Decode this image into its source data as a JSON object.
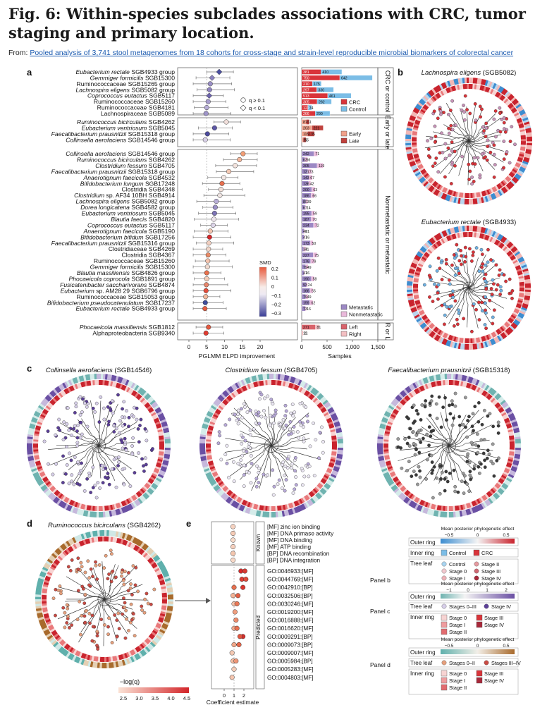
{
  "title": "Fig. 6: Within-species subclades associations with CRC, tumor staging and primary location.",
  "from_prefix": "From: ",
  "from_link": "Pooled analysis of 3,741 stool metagenomes from 18 cohorts for cross-stage and strain-level reproducible microbial biomarkers of colorectal cancer",
  "panel_a": {
    "label": "a",
    "xlabel": "PGLMM ELPD improvement",
    "xticks": [
      "0",
      "5",
      "10",
      "15",
      "20"
    ],
    "samples_label": "Samples",
    "samples_ticks": [
      "0",
      "500",
      "1,000",
      "1,500"
    ],
    "legend_q1": "q ≥ 0.1",
    "legend_q2": "q < 0.1",
    "smd_title": "SMD",
    "smd_ticks": [
      "0.2",
      "0.1",
      "0",
      "−0.1",
      "−0.2",
      "−0.3"
    ],
    "groups": [
      {
        "label": "CRC or control",
        "legend": [
          "CRC",
          "Control"
        ],
        "rows": [
          {
            "name": "Eubacterium rectale SGB4933 group",
            "it": "Eubacterium rectale",
            "rest": " SGB4933 group",
            "v": 8.5,
            "shape": "diamond",
            "c": "#4a4fa0",
            "s1": 381,
            "s2": 410
          },
          {
            "name": "Gemmiger formicilis SGB15300",
            "it": "Gemmiger formicilis",
            "rest": " SGB15300",
            "v": 6.5,
            "shape": "diamond",
            "c": "#8b83bf",
            "s1": 750,
            "s2": 642
          },
          {
            "name": "Ruminococcaceae SGB15265 group",
            "it": "",
            "rest": "Ruminococcaceae SGB15265 group",
            "v": 6.0,
            "shape": "circle",
            "c": "#9a8fc6",
            "s1": 210,
            "s2": 175
          },
          {
            "name": "Lachnospira eligens SGB5082 group",
            "it": "Lachnospira eligens",
            "rest": " SGB5082 group",
            "v": 5.8,
            "shape": "circle",
            "c": "#8f83c0",
            "s1": 297,
            "s2": 330
          },
          {
            "name": "Coprococcus eutactus SGB5117",
            "it": "Coprococcus eutactus",
            "rest": " SGB5117",
            "v": 5.7,
            "shape": "diamond",
            "c": "#6d64ad",
            "s1": 513,
            "s2": 461
          },
          {
            "name": "Ruminococcaceae SGB15260",
            "it": "",
            "rest": "Ruminococcaceae SGB15260",
            "v": 5.4,
            "shape": "circle",
            "c": "#a79dcd",
            "s1": 305,
            "s2": 282
          },
          {
            "name": "Ruminococcaceae SGB4181",
            "it": "",
            "rest": "Ruminococcaceae SGB4181",
            "v": 5.0,
            "shape": "circle",
            "c": "#b6acd6",
            "s1": 122,
            "s2": 74
          },
          {
            "name": "Lachnospiraceae SGB5089",
            "it": "",
            "rest": "Lachnospiraceae SGB5089",
            "v": 4.8,
            "shape": "circle",
            "c": "#9e94c8",
            "s1": 266,
            "s2": 290
          }
        ]
      },
      {
        "label": "Early or late",
        "legend": [
          "Early",
          "Late"
        ],
        "rows": [
          {
            "name": "Ruminococcus bicirculans SGB4262",
            "it": "Ruminococcus bicirculans",
            "rest": " SGB4262",
            "v": 10.5,
            "shape": "circle",
            "c": "#f2e0dc",
            "s1": 87,
            "s2": 61
          },
          {
            "name": "Eubacterium ventriosum SGB5045",
            "it": "Eubacterium ventriosum",
            "rest": " SGB5045",
            "v": 7.2,
            "shape": "circle",
            "c": "#5d57a6",
            "s1": 203,
            "s2": 221
          },
          {
            "name": "Faecalibacterium prausnitzii SGB15318 group",
            "it": "Faecalibacterium prausnitzii",
            "rest": " SGB15318 group",
            "v": 5.2,
            "shape": "circle",
            "c": "#4b4a9d",
            "s1": 115,
            "s2": 135
          },
          {
            "name": "Collinsella aerofaciens SGB14546 group",
            "it": "Collinsella aerofaciens",
            "rest": " SGB14546 group",
            "v": 4.6,
            "shape": "circle",
            "c": "#d8d0e6",
            "s1": 29,
            "s2": 55
          }
        ]
      },
      {
        "label": "Nonmetastatic or metastatic",
        "legend": [
          "Metastatic",
          "Nonmetastatic"
        ],
        "rows": [
          {
            "name": "Collinsella aerofaciens SGB14546 group",
            "it": "Collinsella aerofaciens",
            "rest": " SGB14546 group",
            "v": 15.2,
            "shape": "circle",
            "c": "#f29e76",
            "s1": 242,
            "s2": 71
          },
          {
            "name": "Ruminococcus bicirculans SGB4262",
            "it": "Ruminococcus bicirculans",
            "rest": " SGB4262",
            "v": 14.2,
            "shape": "circle",
            "c": "#f3b69a",
            "s1": 62,
            "s2": 56
          },
          {
            "name": "Clostridium fessum SGB4705",
            "it": "Clostridium fessum",
            "rest": " SGB4705",
            "v": 13.0,
            "shape": "circle",
            "c": "#f2e2dc",
            "s1": 305,
            "s2": 119
          },
          {
            "name": "Faecalibacterium prausnitzii SGB15318 group",
            "it": "Faecalibacterium prausnitzii",
            "rest": " SGB15318 group",
            "v": 11.2,
            "shape": "circle",
            "c": "#f4c9b4",
            "s1": 121,
            "s2": 73
          },
          {
            "name": "Anaerotignum faecicola SGB4532",
            "it": "Anaerotignum faecicola",
            "rest": " SGB4532",
            "v": 9.8,
            "shape": "circle",
            "c": "#f1e6e3",
            "s1": 143,
            "s2": 67
          },
          {
            "name": "Bifidobacterium longum SGB17248",
            "it": "Bifidobacterium longum",
            "rest": " SGB17248",
            "v": 9.3,
            "shape": "circle",
            "c": "#e8704f",
            "s1": 136,
            "s2": 42
          },
          {
            "name": "Clostridia SGB4348",
            "it": "",
            "rest": "Clostridia SGB4348",
            "v": 9.0,
            "shape": "circle",
            "c": "#f0ded8",
            "s1": 200,
            "s2": 63
          },
          {
            "name": "Clostridium sp. AF34 10BH SGB4914",
            "it": "Clostridium",
            "rest": " sp. AF34 10BH SGB4914",
            "v": 8.7,
            "shape": "circle",
            "c": "#efe4e2",
            "s1": 186,
            "s2": 66
          },
          {
            "name": "Lachnospira eligens SGB5082 group",
            "it": "Lachnospira eligens",
            "rest": " SGB5082 group",
            "v": 7.7,
            "shape": "circle",
            "c": "#b8aed6",
            "s1": 80,
            "s2": 39
          },
          {
            "name": "Dorea longicatena SGB4582 group",
            "it": "Dorea longicatena",
            "rest": " SGB4582 group",
            "v": 7.4,
            "shape": "circle",
            "c": "#9a8fc6",
            "s1": 67,
            "s2": 14
          },
          {
            "name": "Eubacterium ventriosum SGB5045",
            "it": "Eubacterium ventriosum",
            "rest": " SGB5045",
            "v": 7.2,
            "shape": "circle",
            "c": "#7d74b6",
            "s1": 195,
            "s2": 59
          },
          {
            "name": "Blautia faecis SGB4820",
            "it": "Blautia faecis",
            "rest": " SGB4820",
            "v": 7.0,
            "shape": "circle",
            "c": "#ece3ea",
            "s1": 187,
            "s2": 70
          },
          {
            "name": "Coprococcus eutactus SGB5117",
            "it": "Coprococcus eutactus",
            "rest": " SGB5117",
            "v": 6.8,
            "shape": "circle",
            "c": "#ddd5e8",
            "s1": 234,
            "s2": 72
          },
          {
            "name": "Anaerotignum faecicola SGB5190",
            "it": "Anaerotignum faecicola",
            "rest": " SGB5190",
            "v": 6.0,
            "shape": "circle",
            "c": "#f2c3ae",
            "s1": 46,
            "s2": 21
          },
          {
            "name": "Bifidobacterium bifidum SGB17256",
            "it": "Bifidobacterium bifidum",
            "rest": " SGB17256",
            "v": 5.8,
            "shape": "circle",
            "c": "#d6262a",
            "s1": 47,
            "s2": 16
          },
          {
            "name": "Faecalibacterium prausnitzii SGB15316 group",
            "it": "Faecalibacterium prausnitzii",
            "rest": " SGB15316 group",
            "v": 5.6,
            "shape": "circle",
            "c": "#f1cfc0",
            "s1": 173,
            "s2": 50
          },
          {
            "name": "Clostridiaceae SGB4269",
            "it": "",
            "rest": "Clostridiaceae SGB4269",
            "v": 5.5,
            "shape": "circle",
            "c": "#f0d5c8",
            "s1": 37,
            "s2": 41
          },
          {
            "name": "Clostridia SGB4367",
            "it": "",
            "rest": "Clostridia SGB4367",
            "v": 5.4,
            "shape": "circle",
            "c": "#e88a66",
            "s1": 227,
            "s2": 75
          },
          {
            "name": "Ruminococcaceae SGB15260",
            "it": "",
            "rest": "Ruminococcaceae SGB15260",
            "v": 5.3,
            "shape": "circle",
            "c": "#f4c4ae",
            "s1": 176,
            "s2": 79
          },
          {
            "name": "Gemmiger formicilis SGB15300",
            "it": "Gemmiger formicilis",
            "rest": " SGB15300",
            "v": 5.2,
            "shape": "circle",
            "c": "#f0d8cd",
            "s1": 79,
            "s2": 49
          },
          {
            "name": "Blautia massiliensis SGB4826 group",
            "it": "Blautia massiliensis",
            "rest": " SGB4826 group",
            "v": 5.0,
            "shape": "circle",
            "c": "#e9714d",
            "s1": 47,
            "s2": 16
          },
          {
            "name": "Phocaeicola coprocola SGB1891 group",
            "it": "Phocaeicola coprocola",
            "rest": " SGB1891 group",
            "v": 5.0,
            "shape": "circle",
            "c": "#f4cdb9",
            "s1": 190,
            "s2": 58
          },
          {
            "name": "Fusicatenibacter saccharivorans SGB4874",
            "it": "Fusicatenibacter saccharivorans",
            "rest": " SGB4874",
            "v": 4.9,
            "shape": "circle",
            "c": "#e7866b",
            "s1": 93,
            "s2": 24
          },
          {
            "name": "Eubacterium sp. AM28 29 SGB6796 group",
            "it": "Eubacterium",
            "rest": " sp. AM28 29 SGB6796 group",
            "v": 4.8,
            "shape": "circle",
            "c": "#e24c3a",
            "s1": 166,
            "s2": 55
          },
          {
            "name": "Ruminococcaceae SGB15053 group",
            "it": "",
            "rest": "Ruminococcaceae SGB15053 group",
            "v": 4.7,
            "shape": "circle",
            "c": "#f3b79b",
            "s1": 79,
            "s2": 49
          },
          {
            "name": "Bifidobacterium pseudocatenulatum SGB17237",
            "it": "Bifidobacterium pseudocatenulatum",
            "rest": " SGB17237",
            "v": 4.6,
            "shape": "circle",
            "c": "#3e4d9c",
            "s1": 159,
            "s2": 62
          },
          {
            "name": "Eubacterium rectale SGB4933 group",
            "it": "Eubacterium rectale",
            "rest": " SGB4933 group",
            "v": 4.5,
            "shape": "circle",
            "c": "#e55c3f",
            "s1": 73,
            "s2": 16
          }
        ]
      },
      {
        "label": "R or L",
        "legend": [
          "Left",
          "Right"
        ],
        "rows": [
          {
            "name": "Phocaeicola massiliensis SGB1812",
            "it": "Phocaeicola massiliensis",
            "rest": " SGB1812",
            "v": 5.5,
            "shape": "circle",
            "c": "#e4593f",
            "s1": 271,
            "s2": 81
          },
          {
            "name": "Alphaproteobacteria SGB9340",
            "it": "",
            "rest": "Alphaproteobacteria SGB9340",
            "v": 4.8,
            "shape": "circle",
            "c": "#df3b30",
            "s1": 12,
            "s2": 21
          }
        ]
      }
    ]
  },
  "panel_b": {
    "label": "b",
    "tree1": "Lachnospira eligens",
    "tree1_id": " (SGB5082)",
    "tree2": "Eubacterium rectale",
    "tree2_id": " (SGB4933)"
  },
  "panel_c": {
    "label": "c",
    "trees": [
      {
        "it": "Collinsella aerofaciens",
        "id": " (SGB14546)"
      },
      {
        "it": "Clostridium fessum",
        "id": " (SGB4705)"
      },
      {
        "it": "Faecalibacterium prausnitzii",
        "id": " (SGB15318)"
      }
    ]
  },
  "panel_d": {
    "label": "d",
    "it": "Ruminococcus bicirculans",
    "id": " (SGB4262)",
    "legend_title": "−log(q)",
    "ticks": [
      "2.5",
      "3.0",
      "3.5",
      "4.0",
      "4.5"
    ]
  },
  "panel_e": {
    "label": "e",
    "xlabel": "Coefficient estimate",
    "xticks": [
      "0",
      "1",
      "2"
    ],
    "known_label": "Known",
    "predicted_label": "Predicted",
    "known": [
      {
        "term": "[MF] zinc ion binding",
        "v": 0.9,
        "c": "#f6d2c0"
      },
      {
        "term": "[MF] DNA primase activity",
        "v": 0.9,
        "c": "#f5cbb6"
      },
      {
        "term": "[MF] DNA binding",
        "v": 0.9,
        "c": "#f8dccb"
      },
      {
        "term": "[MF] ATP binding",
        "v": 0.9,
        "c": "#f6d0be"
      },
      {
        "term": "[BP] DNA recombination",
        "v": 0.9,
        "c": "#f4c6ae"
      },
      {
        "term": "[BP] DNA integration",
        "v": 0.9,
        "c": "#f7d8c7"
      }
    ],
    "predicted": [
      {
        "term": "GO:0046933:[MF]",
        "v": 1.7,
        "c": "#d52a2a",
        "v2": 2.1,
        "c2": "#d83b33"
      },
      {
        "term": "GO:0044769:[MF]",
        "v": 1.8,
        "c": "#dd3e33",
        "v2": 2.2,
        "c2": "#e04a3a"
      },
      {
        "term": "GO:0042910:[BP]",
        "v": 1.0,
        "c": "#e7704f",
        "v2": 1.9,
        "c2": "#d9352e"
      },
      {
        "term": "GO:0032506:[BP]",
        "v": 0.9,
        "c": "#f2b296",
        "v2": 1.4,
        "c2": "#e35d43"
      },
      {
        "term": "GO:0030246:[MF]",
        "v": 1.0,
        "c": "#f4c3ab",
        "v2": 1.3,
        "c2": "#e87858"
      },
      {
        "term": "GO:0019200:[MF]",
        "v": 1.1,
        "c": "#ef9e7f"
      },
      {
        "term": "GO:0016888:[MF]",
        "v": 1.2,
        "c": "#ec8b6b"
      },
      {
        "term": "GO:0016620:[MF]",
        "v": 1.0,
        "c": "#f1aa8e",
        "v2": 1.3,
        "c2": "#e76f50"
      },
      {
        "term": "GO:0009291:[BP]",
        "v": 1.9,
        "c": "#d62e2b",
        "v2": 1.6,
        "c2": "#e2553f"
      },
      {
        "term": "GO:0009073:[BP]",
        "v": 1.0,
        "c": "#f0a688",
        "v2": 1.5,
        "c2": "#e56549"
      },
      {
        "term": "GO:0009007:[MF]",
        "v": 0.8,
        "c": "#f5c9b3"
      },
      {
        "term": "GO:0005984:[BP]",
        "v": 0.9,
        "c": "#f3bca2",
        "v2": 1.2,
        "c2": "#ee9677"
      },
      {
        "term": "GO:0005283:[MF]",
        "v": 1.0,
        "c": "#f6ceb9"
      },
      {
        "term": "GO:0004803:[MF]",
        "v": 0.8,
        "c": "#f5c6b0"
      }
    ]
  },
  "legend_right": {
    "panel_b_label": "Panel b",
    "panel_c_label": "Panel c",
    "panel_d_label": "Panel d",
    "mean_title": "Mean posterior phylogenetic effect",
    "b_ticks": [
      "−0.5",
      "0",
      "0.5"
    ],
    "c_ticks": [
      "−1",
      "0",
      "1",
      "2"
    ],
    "d_ticks": [
      "−0.5",
      "0",
      "0.5"
    ],
    "outer_ring": "Outer ring",
    "inner_ring": "Inner ring",
    "tree_leaf": "Tree leaf",
    "b_inner": [
      "Control",
      "CRC"
    ],
    "b_leaf": [
      "Control",
      "Stage II",
      "Stage 0",
      "Stage III",
      "Stage I",
      "Stage IV"
    ],
    "c_leaf": [
      "Stages 0–III",
      "Stage IV"
    ],
    "c_inner": [
      "Stage 0",
      "Stage III",
      "Stage I",
      "Stage IV",
      "Stage II"
    ],
    "d_leaf": [
      "Stages 0–II",
      "Stages III–IV"
    ],
    "d_inner": [
      "Stage 0",
      "Stage III",
      "Stage I",
      "Stage IV",
      "Stage II"
    ]
  }
}
